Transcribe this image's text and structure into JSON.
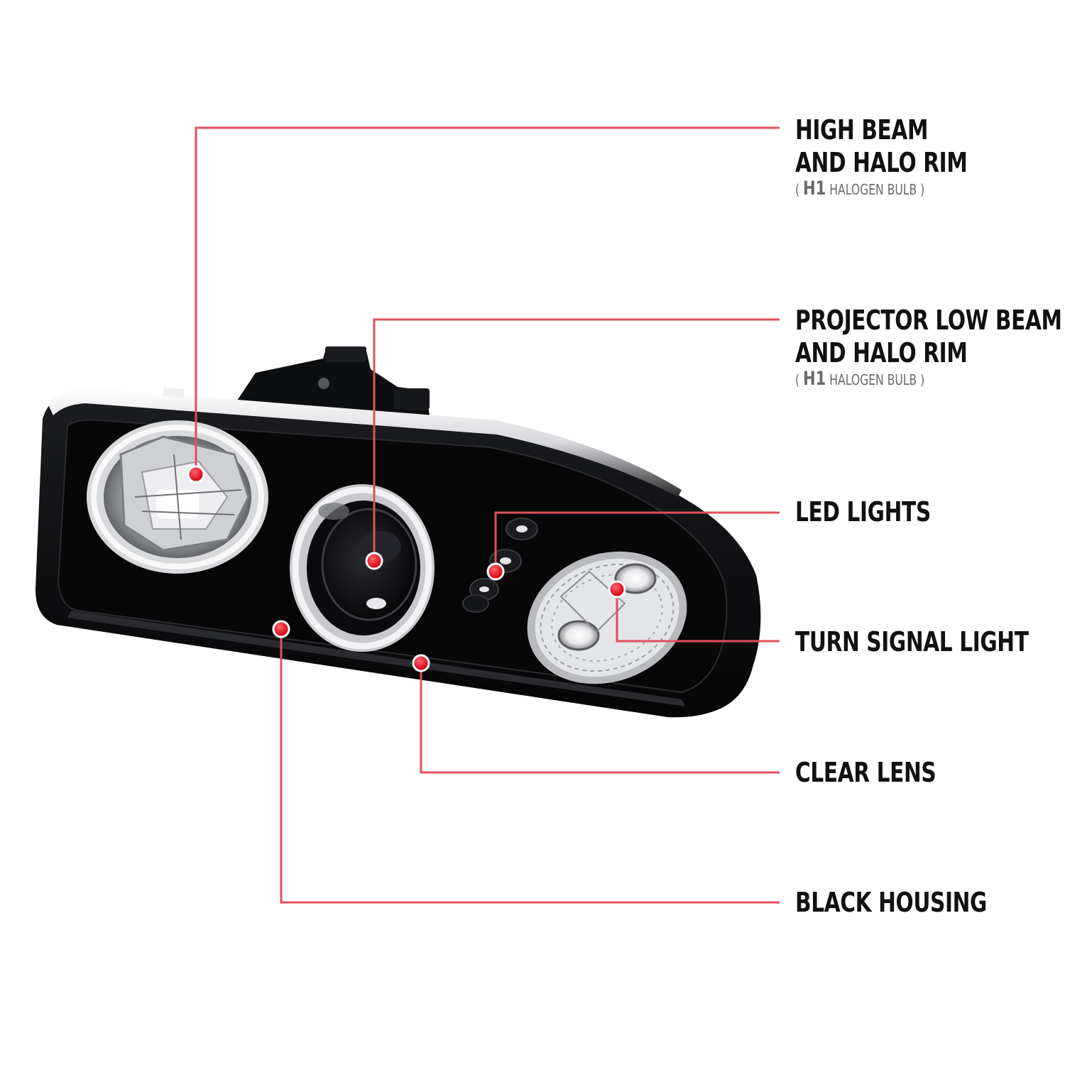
{
  "colors": {
    "leader_line": "#e0505a",
    "leader_dot": "#e01020",
    "housing": "#0b0b0d",
    "label_text": "#111111",
    "sub_text": "#6a6a6a"
  },
  "callouts": [
    {
      "id": "high-beam",
      "lines": [
        "HIGH BEAM",
        "AND HALO RIM"
      ],
      "bulb_code": "H1",
      "bulb_text": "HALOGEN BULB"
    },
    {
      "id": "low-beam",
      "lines": [
        "PROJECTOR LOW BEAM",
        "AND HALO RIM"
      ],
      "bulb_code": "H1",
      "bulb_text": "HALOGEN BULB"
    },
    {
      "id": "led",
      "lines": [
        "LED LIGHTS"
      ]
    },
    {
      "id": "turn-signal",
      "lines": [
        "TURN SIGNAL LIGHT"
      ]
    },
    {
      "id": "clear-lens",
      "lines": [
        "CLEAR LENS"
      ]
    },
    {
      "id": "black-housing",
      "lines": [
        "BLACK HOUSING"
      ]
    }
  ]
}
